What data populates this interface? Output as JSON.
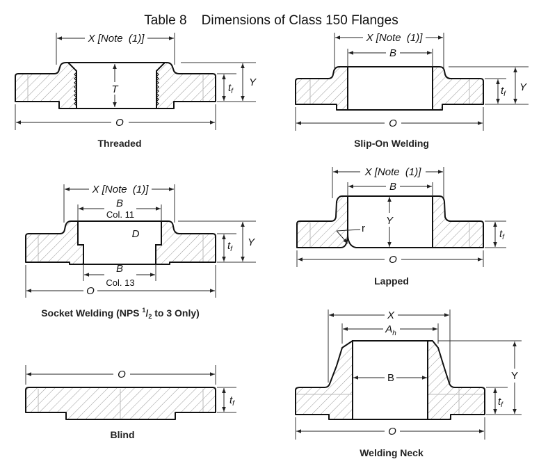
{
  "title": "Table 8    Dimensions of Class 150 Flanges",
  "diagrams": {
    "threaded": {
      "caption": "Threaded",
      "x_label": "X [Note  (1)]",
      "t_label": "T",
      "tf_label": "t",
      "tf_sub": "f",
      "y_label": "Y",
      "o_label": "O"
    },
    "slip_on": {
      "caption": "Slip-On Welding",
      "x_label": "X [Note  (1)]",
      "b_label": "B",
      "tf_label": "t",
      "tf_sub": "f",
      "y_label": "Y",
      "o_label": "O"
    },
    "socket": {
      "caption_prefix": "Socket Welding (NPS ",
      "frac_num": "1",
      "frac_slash": "/",
      "frac_den": "2",
      "caption_suffix": " to 3 Only)",
      "x_label": "X [Note  (1)]",
      "b_upper": "B",
      "col_upper": "Col. 11",
      "d_label": "D",
      "b_lower": "B",
      "col_lower": "Col. 13",
      "tf_label": "t",
      "tf_sub": "f",
      "y_label": "Y",
      "o_label": "O"
    },
    "lapped": {
      "caption": "Lapped",
      "x_label": "X [Note  (1)]",
      "b_label": "B",
      "y_label": "Y",
      "r_label": "r",
      "tf_label": "t",
      "tf_sub": "f",
      "o_label": "O"
    },
    "blind": {
      "caption": "Blind",
      "o_label": "O",
      "tf_label": "t",
      "tf_sub": "f"
    },
    "welding_neck": {
      "caption": "Welding Neck",
      "x_label": "X",
      "ah_label": "A",
      "ah_sub": "h",
      "b_label": "B",
      "y_label": "Y",
      "tf_label": "t",
      "tf_sub": "f",
      "o_label": "O"
    }
  }
}
